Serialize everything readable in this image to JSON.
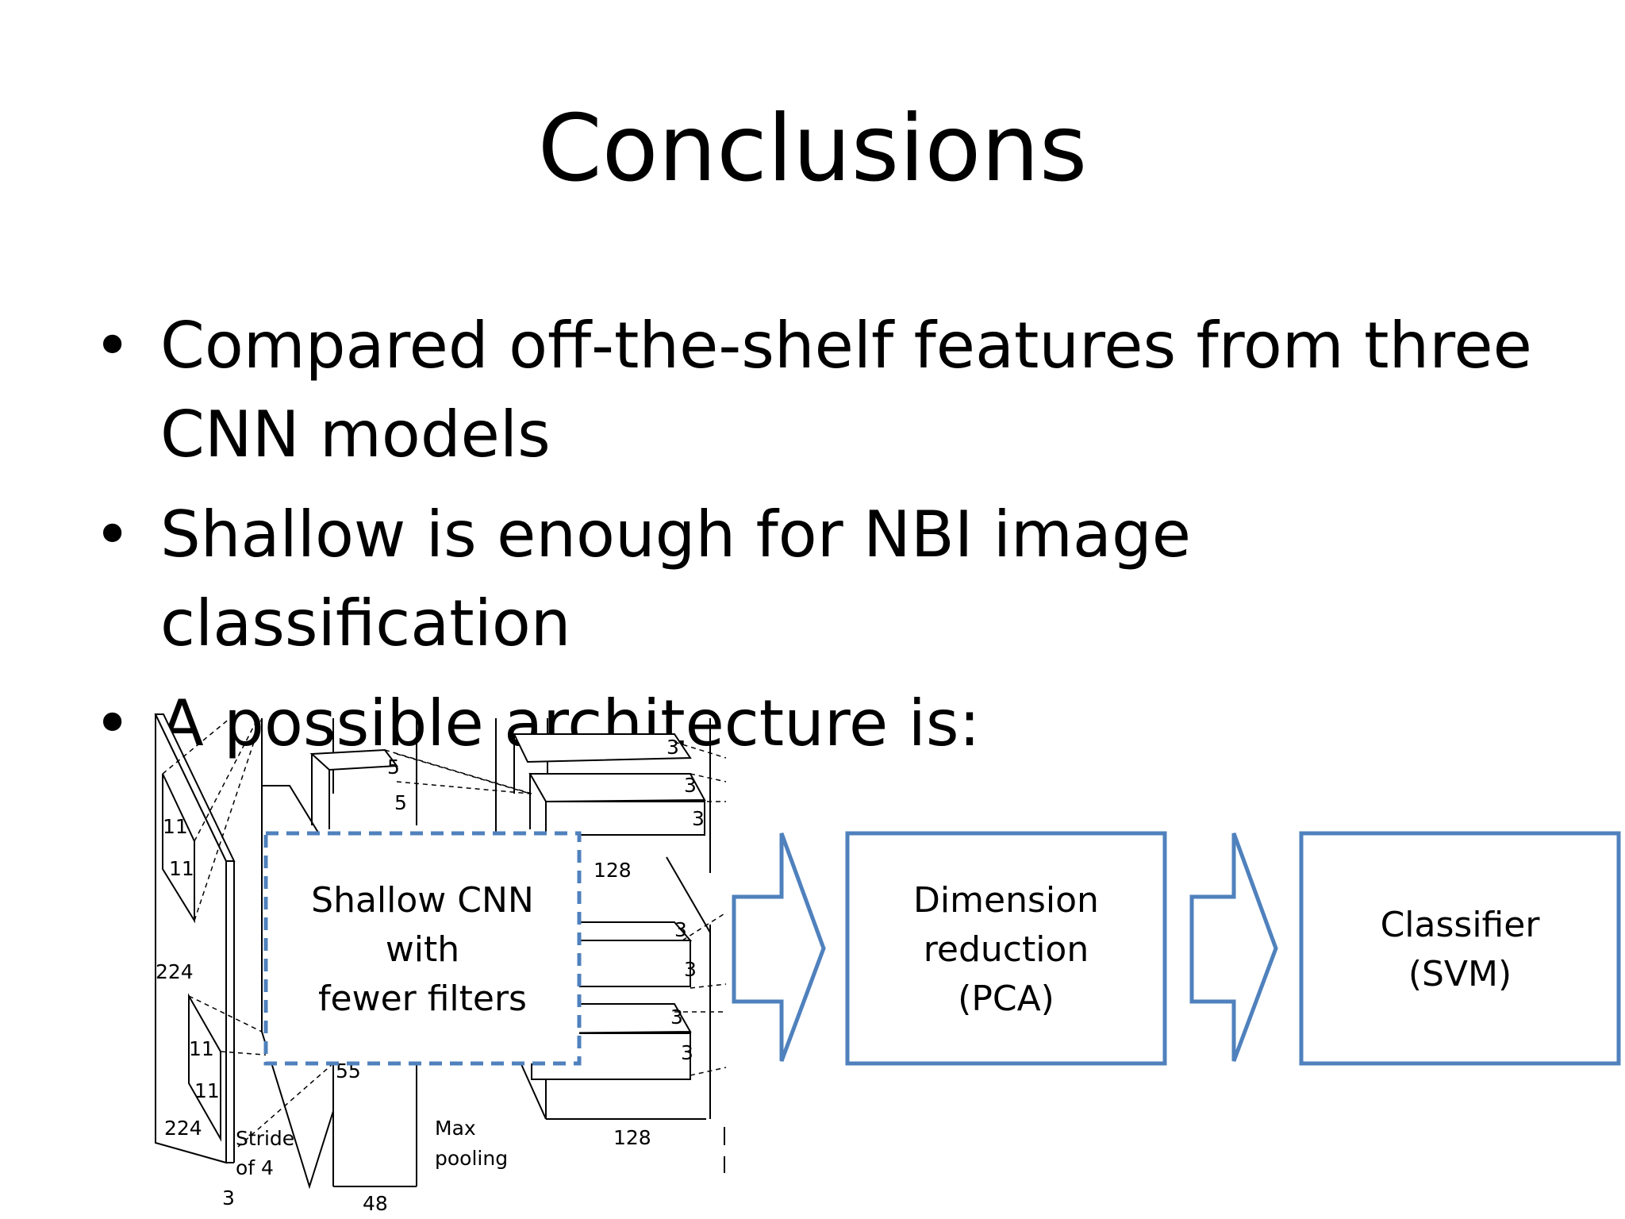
{
  "slide": {
    "title": "Conclusions",
    "bullets": [
      {
        "text_line1": "Compared off-the-shelf features from three",
        "text_line2": "CNN models"
      },
      {
        "text_line1": "Shallow is enough for NBI image classification"
      },
      {
        "text_line1": "A possible architecture is:"
      }
    ]
  },
  "diagram": {
    "cnn_box": {
      "line1": "Shallow CNN",
      "line2": "with",
      "line3": "fewer filters"
    },
    "pca_box": {
      "line1": "Dimension",
      "line2": "reduction",
      "line3": "(PCA)"
    },
    "svm_box": {
      "line1": "Classifier",
      "line2": "(SVM)"
    },
    "cnn_figure_labels": {
      "k1": "11",
      "k2": "11",
      "k3": "11",
      "k4": "11",
      "in1": "224",
      "in2": "224",
      "ch": "3",
      "stride1": "Stride",
      "stride2": "of 4",
      "f55": "55",
      "f48": "48",
      "f5a": "5",
      "f5b": "5",
      "pool1": "Max",
      "pool2": "pooling",
      "c128a": "128",
      "c128b": "128",
      "t3a": "3",
      "t3b": "3",
      "t3c": "3",
      "t3d": "3",
      "t3e": "3",
      "t3f": "3",
      "t3g": "3"
    },
    "colors": {
      "box_border": "#4f81bd"
    }
  }
}
